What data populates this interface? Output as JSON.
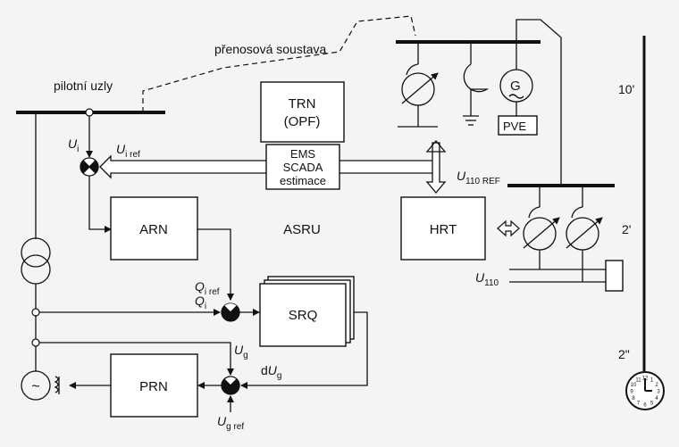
{
  "labels": {
    "prenosova_soustava": "přenosová soustava",
    "pilotni_uzly": "pilotní uzly",
    "trn_line1": "TRN",
    "trn_line2": "(OPF)",
    "ems_line1": "EMS",
    "ems_line2": "SCADA",
    "ems_line3": "estimace",
    "arn": "ARN",
    "asru": "ASRU",
    "hrt": "HRT",
    "srq": "SRQ",
    "prn": "PRN",
    "pve": "PVE",
    "generator_g": "G",
    "ac_symbol": "~",
    "time_10": "10'",
    "time_2min": "2'",
    "time_2sec": "2\"",
    "u_i": "U",
    "u_i_sub": "i",
    "u_iref": "U",
    "u_iref_sub": "i ref",
    "u_110ref": "U",
    "u_110ref_sub": "110 REF",
    "q_iref": "Q",
    "q_iref_sub": "i ref",
    "q_i": "Q",
    "q_i_sub": "i",
    "u_110": "U",
    "u_110_sub": "110",
    "u_g": "U",
    "u_g_sub": "g",
    "du_g_d": "d",
    "du_g": "U",
    "du_g_sub": "g",
    "u_gref": "U",
    "u_gref_sub": "g ref",
    "clock_nums": [
      "12",
      "1",
      "2",
      "3",
      "4",
      "5",
      "6",
      "7",
      "8",
      "9",
      "10",
      "11"
    ]
  }
}
